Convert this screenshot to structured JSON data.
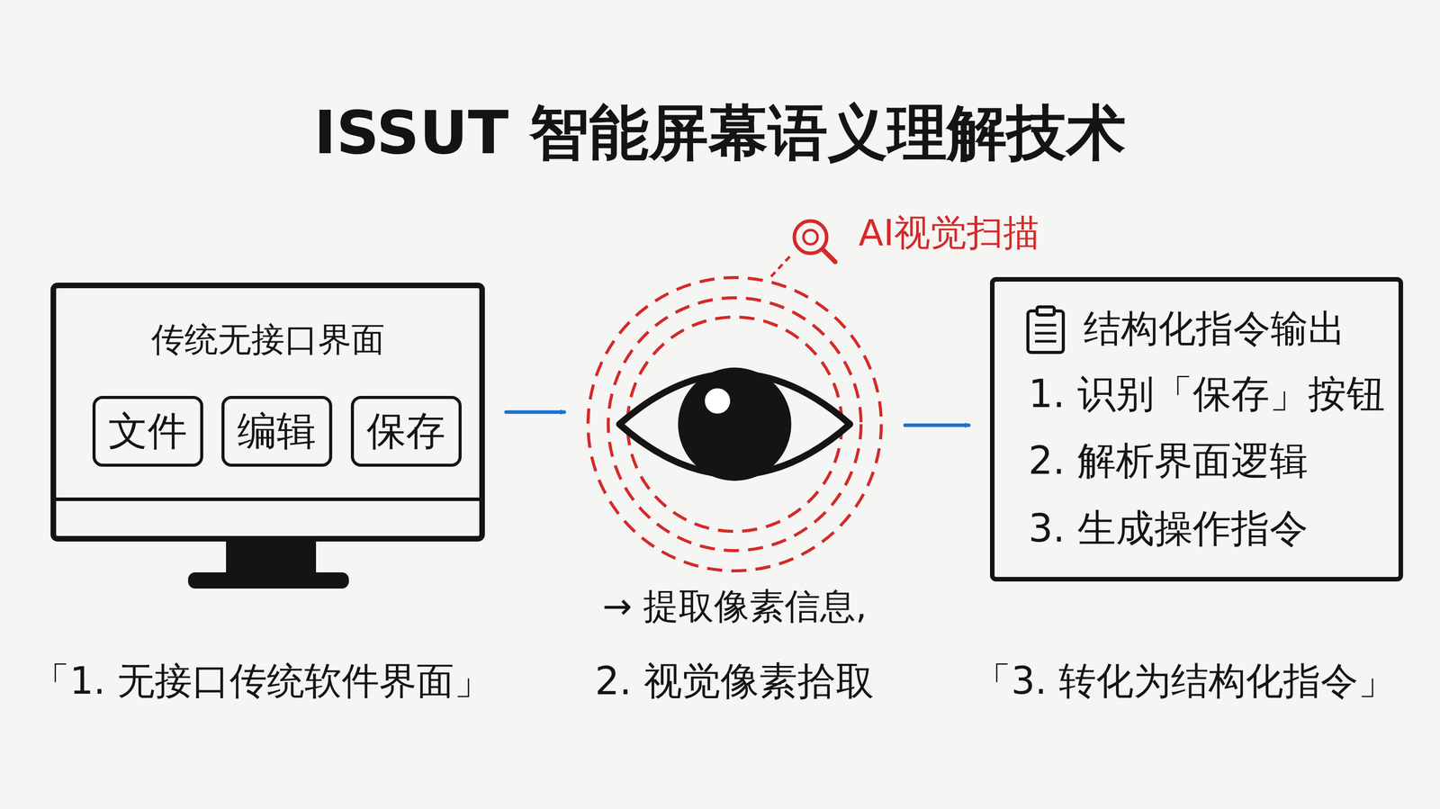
{
  "diagram": {
    "title": "ISSUT 智能屏幕语义理解技术",
    "nodes": [
      {
        "text": [
          "传统无接口界面"
        ]
      },
      {
        "text": [
          "文件"
        ],
        "in": 0
      },
      {
        "text": [
          "编辑"
        ],
        "in": 0
      },
      {
        "text": [
          "保存"
        ],
        "in": 0
      },
      {
        "text": [
          "AI视觉扫描"
        ]
      },
      {
        "text": [
          "结构化指令输出",
          "1. 识别「保存」按钮",
          "2. 解析界面逻辑",
          "3. 生成操作指令"
        ]
      }
    ],
    "edges": [
      {
        "from": 0,
        "to": 4,
        "arrow": "to"
      },
      {
        "from": 4,
        "to": 5,
        "arrow": "to"
      }
    ],
    "labels": [
      "→ 提取像素信息,",
      "「1. 无接口传统软件界面」",
      "2. 视觉像素拾取",
      "「3. 转化为结构化指令」"
    ]
  }
}
